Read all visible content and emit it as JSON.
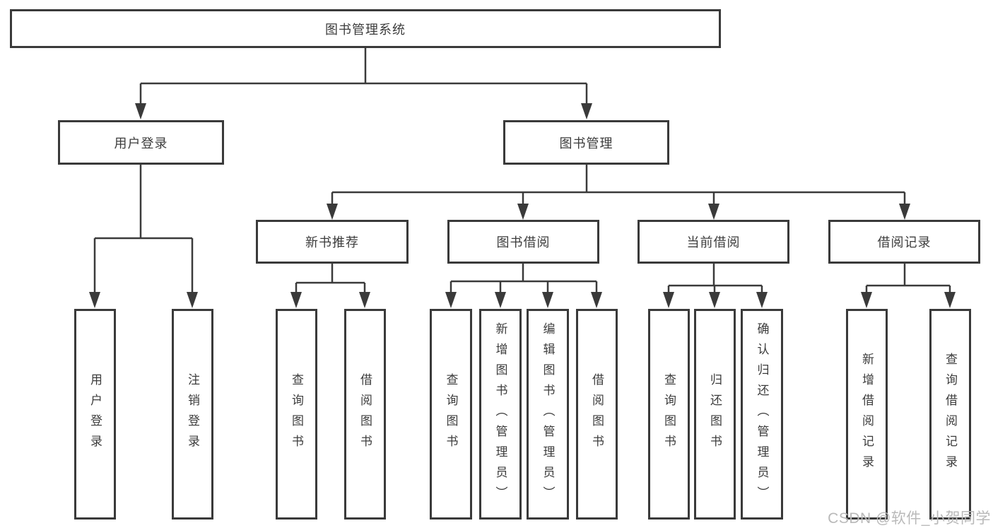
{
  "colors": {
    "line": "#3a3a3a",
    "text": "#3c3c3c",
    "watermark": "#b9b9b9",
    "background": "#ffffff"
  },
  "watermark": {
    "text": "CSDN @软件_小贺同学"
  },
  "tree": {
    "root": {
      "label": "图书管理系统",
      "children": [
        {
          "label": "用户登录",
          "children": [
            {
              "label": "用户登录"
            },
            {
              "label": "注销登录"
            }
          ]
        },
        {
          "label": "图书管理",
          "children": [
            {
              "label": "新书推荐",
              "children": [
                {
                  "label": "查询图书"
                },
                {
                  "label": "借阅图书"
                }
              ]
            },
            {
              "label": "图书借阅",
              "children": [
                {
                  "label": "查询图书"
                },
                {
                  "label": "新增图书（管理员）"
                },
                {
                  "label": "编辑图书（管理员）"
                },
                {
                  "label": "借阅图书"
                }
              ]
            },
            {
              "label": "当前借阅",
              "children": [
                {
                  "label": "查询图书"
                },
                {
                  "label": "归还图书"
                },
                {
                  "label": "确认归还（管理员）"
                }
              ]
            },
            {
              "label": "借阅记录",
              "children": [
                {
                  "label": "新增借阅记录"
                },
                {
                  "label": "查询借阅记录"
                }
              ]
            }
          ]
        }
      ]
    }
  }
}
